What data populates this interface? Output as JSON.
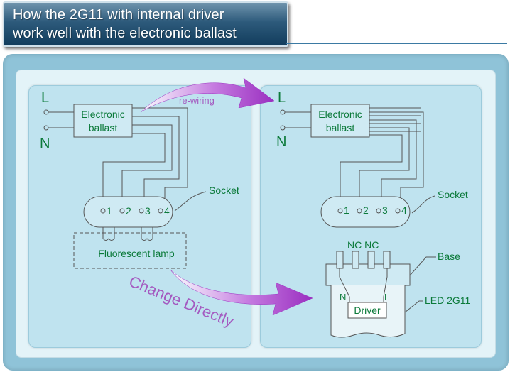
{
  "title": {
    "line1": "How the 2G11 with internal driver",
    "line2": "work well with the electronic ballast"
  },
  "left_diagram": {
    "terminal_l": "L",
    "terminal_n": "N",
    "ballast_line1": "Electronic",
    "ballast_line2": "ballast",
    "socket_label": "Socket",
    "pins": [
      "1",
      "2",
      "3",
      "4"
    ],
    "lamp_label": "Fluorescent lamp"
  },
  "right_diagram": {
    "terminal_l": "L",
    "terminal_n": "N",
    "ballast_line1": "Electronic",
    "ballast_line2": "ballast",
    "socket_label": "Socket",
    "pins": [
      "1",
      "2",
      "3",
      "4"
    ],
    "nc_label": "NC NC",
    "base_label": "Base",
    "pin_n": "N",
    "pin_l": "L",
    "driver_label": "Driver",
    "led_label": "LED 2G11"
  },
  "arrows": {
    "top_label": "re-wiring",
    "bottom_label": "Change Directly"
  },
  "colors": {
    "wire": "#555555",
    "label_green": "#0b7a3a",
    "arrow_purple": "#a33fc4",
    "text_purple": "#a45bc0"
  }
}
